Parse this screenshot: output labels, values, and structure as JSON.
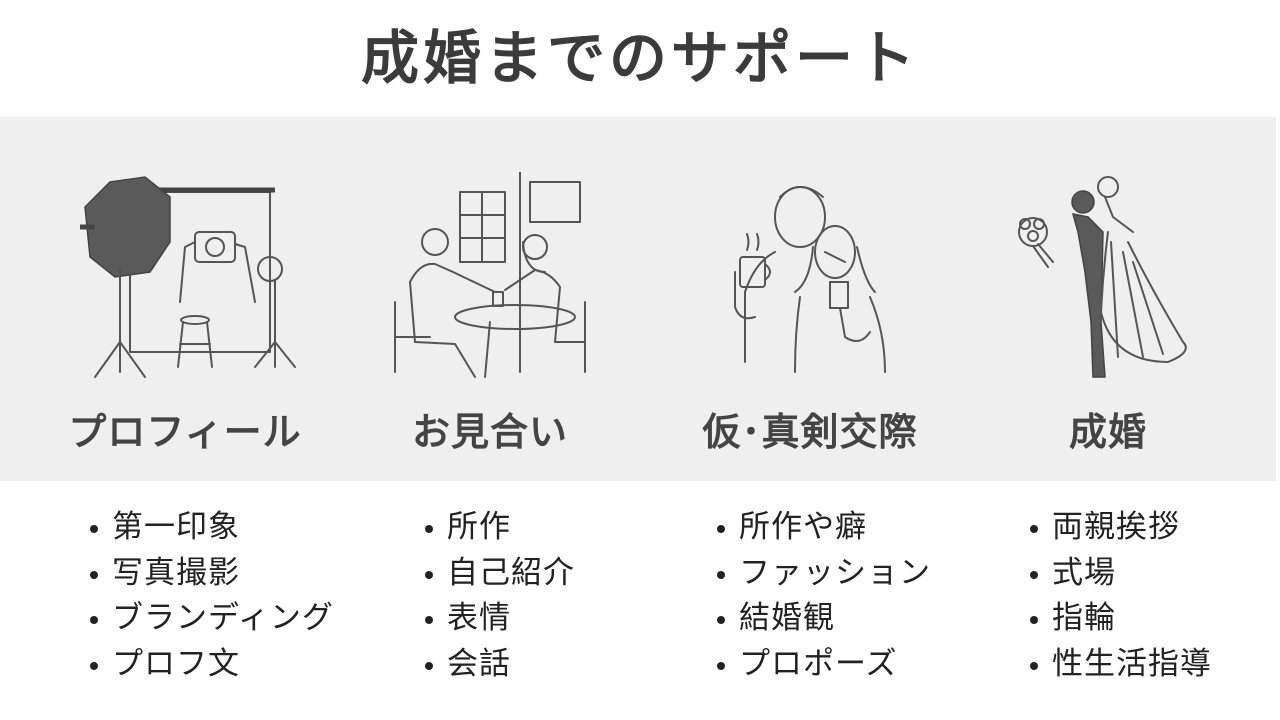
{
  "title": "成婚までのサポート",
  "steps": [
    {
      "label": "プロフィール",
      "icon": "photo-studio-icon",
      "items": [
        "第一印象",
        "写真撮影",
        "ブランディング",
        "プロフ文"
      ]
    },
    {
      "label": "お見合い",
      "icon": "cafe-meeting-icon",
      "items": [
        "所作",
        "自己紹介",
        "表情",
        "会話"
      ]
    },
    {
      "label": "仮･真剣交際",
      "icon": "couple-icon",
      "items": [
        "所作や癖",
        "ファッション",
        "結婚観",
        "プロポーズ"
      ]
    },
    {
      "label": "成婚",
      "icon": "wedding-couple-icon",
      "items": [
        "両親挨拶",
        "式場",
        "指輪",
        "性生活指導"
      ]
    }
  ],
  "colors": {
    "band": "#efefef",
    "text": "#333333"
  }
}
